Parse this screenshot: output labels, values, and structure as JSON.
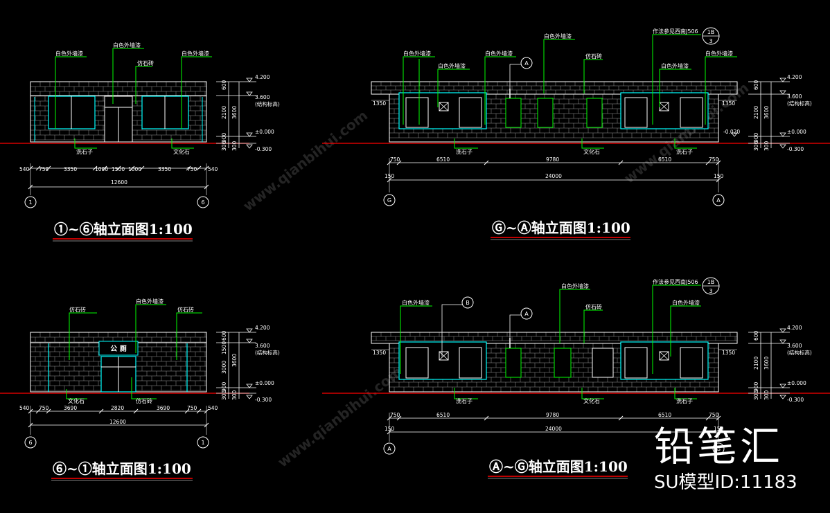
{
  "colors": {
    "background": "#000000",
    "wall": "#ffffff",
    "frame": "#00ffff",
    "leader": "#00ff00",
    "ground": "#ff0000",
    "text": "#ffffff"
  },
  "icons": {
    "axis_marker": "axis-circle-icon",
    "detail_marker": "detail-callout-icon",
    "elevation_marker": "elevation-triangle-icon",
    "section_marker": "section-circle-icon"
  },
  "materials": {
    "white_paint": "白色外墙漆",
    "stone": "仿石砖",
    "terrazzo": "洗石子",
    "culture_stone": "文化石",
    "see_detail": "作法参见西南J506",
    "detail_ref_top": "1B",
    "detail_ref_bottom": "3",
    "section_a": "A",
    "section_b": "B"
  },
  "levels": {
    "roof": "4.200",
    "structure": "3.600",
    "structure_note": "(结构标高)",
    "ground": "±0.000",
    "ground_alt": "-0.020",
    "base": "-0.300"
  },
  "vertical_dims": {
    "d600": "600",
    "d2100": "2100",
    "d3600": "3600",
    "d900": "900",
    "d300": "300",
    "d1350": "1350",
    "d1500": "1500",
    "d3000": "3000"
  },
  "panels": [
    {
      "id": "p1",
      "title": "①~⑥轴立面图1:100",
      "dims": [
        "540",
        "750",
        "3350",
        "1000",
        "1500",
        "1000",
        "3350",
        "750",
        "540"
      ],
      "total": "12600",
      "axis_left": "1",
      "axis_right": "6"
    },
    {
      "id": "p2",
      "title": "Ⓖ~Ⓐ轴立面图1:100",
      "dims": [
        "750",
        "6510",
        "9780",
        "6510",
        "750"
      ],
      "total": "24000",
      "edge": "150",
      "axis_left": "G",
      "axis_right": "A"
    },
    {
      "id": "p3",
      "title": "⑥~①轴立面图1:100",
      "sign": "公 厕",
      "dims": [
        "540",
        "750",
        "3690",
        "2820",
        "3690",
        "750",
        "540"
      ],
      "total": "12600",
      "axis_left": "6",
      "axis_right": "1"
    },
    {
      "id": "p4",
      "title": "Ⓐ~Ⓖ轴立面图1:100",
      "dims": [
        "750",
        "6510",
        "9780",
        "6510",
        "750"
      ],
      "total": "24000",
      "edge": "150",
      "axis_left": "A",
      "axis_right": "G"
    }
  ],
  "watermark": "www.qianbihui.com",
  "logo": {
    "main": "铅笔汇",
    "sub": "SU模型ID:11183"
  }
}
